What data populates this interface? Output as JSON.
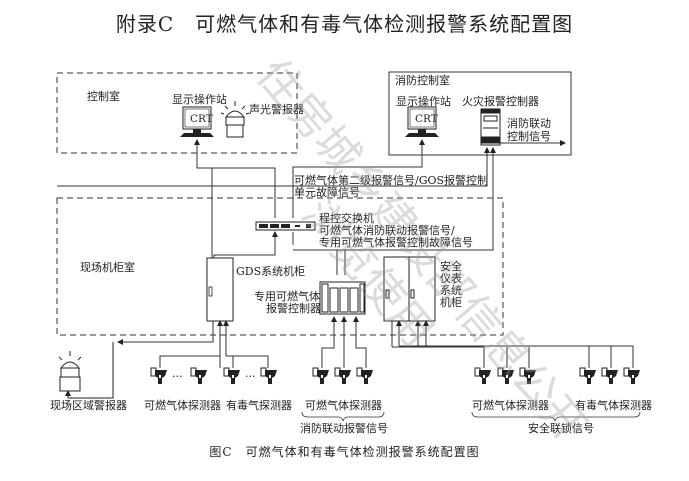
{
  "title": "附录C　可燃气体和有毒气体检测报警系统配置图",
  "caption": "图C　可燃气体和有毒气体检测报警系统配置图",
  "watermark": {
    "line1": "住房城乡建设部信息公开",
    "line2": "浏览使用"
  },
  "control_room": {
    "label": "控制室",
    "station_label": "显示操作站",
    "crt_label": "CRT",
    "beacon_label": "声光警报器"
  },
  "fire_control_room": {
    "label": "消防控制室",
    "station_label": "显示操作站",
    "crt_label": "CRT",
    "fire_alarm_controller_label": "火灾报警控制器",
    "fire_link_signal_line1": "消防联动",
    "fire_link_signal_line2": "控制信号"
  },
  "signals": {
    "second_level_line1": "可燃气体第二级报警信号/GOS报警控制",
    "second_level_line2": "单元故障信号",
    "switch_label": "程控交换机",
    "fire_link_alarm_line1": "可燃气体消防联动报警信号/",
    "fire_link_alarm_line2": "专用可燃气体报警控制故障信号"
  },
  "field_room": {
    "label": "现场机柜室",
    "gds_cabinet_label": "GDS系统机柜",
    "dedicated_controller_line1": "专用可燃气体",
    "dedicated_controller_line2": "报警控制器",
    "sis_line1": "安全",
    "sis_line2": "仪表",
    "sis_line3": "系统",
    "sis_line4": "机柜"
  },
  "field": {
    "area_alarm_label": "现场区域警报器",
    "combustible_detector_1": "可燃气体探测器",
    "toxic_detector_1": "有毒气探测器",
    "combustible_detector_2": "可燃气体探测器",
    "fire_link_group": "消防联动报警信号",
    "combustible_detector_3": "可燃气体探测器",
    "toxic_detector_2": "有毒气体探测器",
    "safety_interlock_group": "安全联锁信号",
    "ellipsis": "···"
  }
}
